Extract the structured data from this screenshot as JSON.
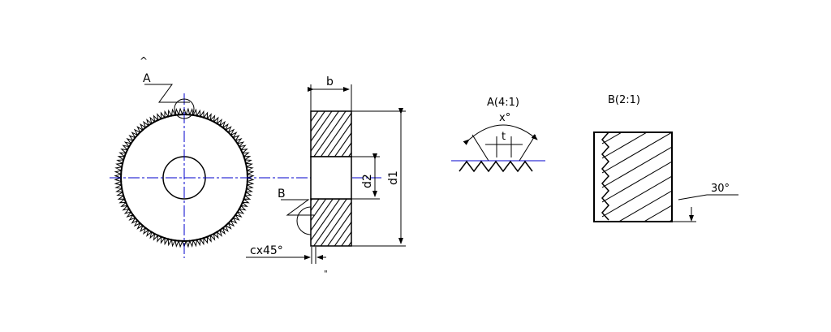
{
  "labels": {
    "view_a": "A",
    "view_b": "B",
    "chamfer": "cx45°",
    "width": "b",
    "bore": "d2",
    "outer": "d1",
    "detail_a_title": "A(4:1)",
    "detail_a_angle": "x°",
    "detail_a_pitch": "t",
    "detail_b_title": "B(2:1)",
    "detail_b_angle": "30°"
  },
  "colors": {
    "line": "#000000",
    "centerline": "#0000cc"
  }
}
